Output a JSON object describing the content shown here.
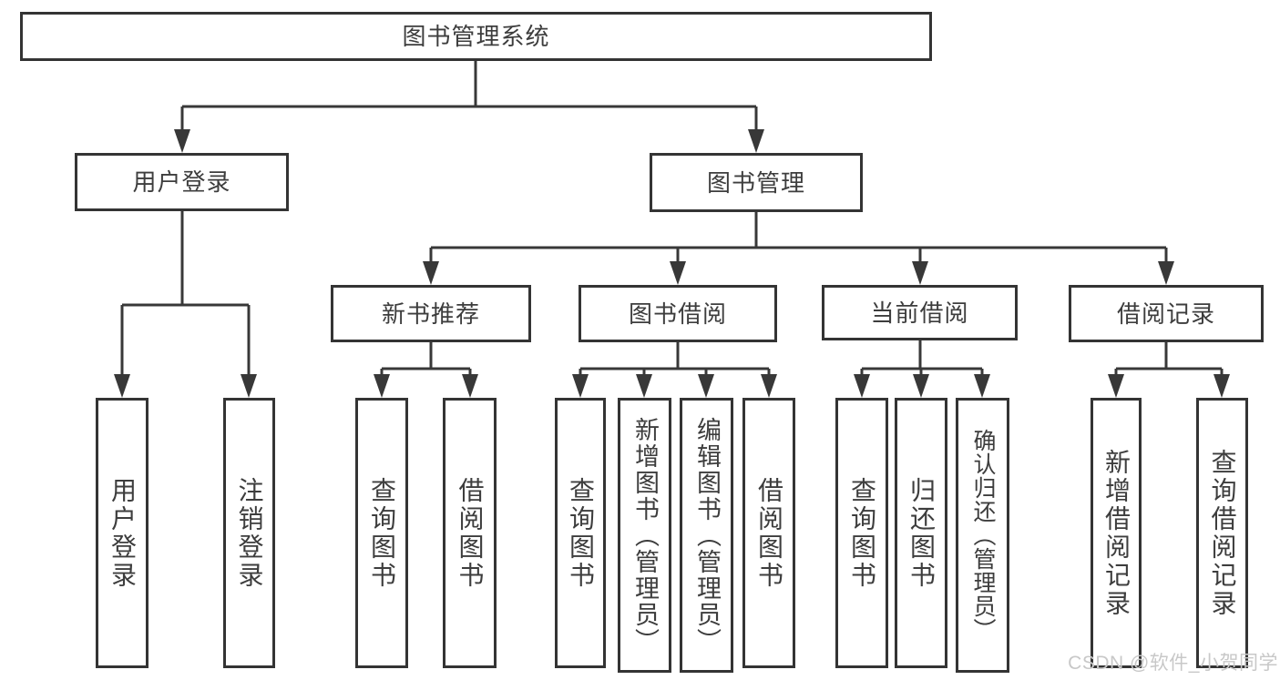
{
  "diagram": {
    "title": "图书管理系统",
    "nodes": {
      "root": "图书管理系统",
      "user_login": "用户登录",
      "book_mgmt": "图书管理",
      "new_book_rec": "新书推荐",
      "book_borrow": "图书借阅",
      "current_borrow": "当前借阅",
      "borrow_records": "借阅记录",
      "ul_login": "用户登录",
      "ul_logout": "注销登录",
      "nbr_query": "查询图书",
      "nbr_borrow": "借阅图书",
      "bb_query": "查询图书",
      "bb_add": "新增图书（管理员）",
      "bb_edit": "编辑图书（管理员）",
      "bb_borrow": "借阅图书",
      "cb_query": "查询图书",
      "cb_return": "归还图书",
      "cb_confirm": "确认归还（管理员）",
      "br_add": "新增借阅记录",
      "br_query": "查询借阅记录"
    },
    "hierarchy": {
      "图书管理系统": {
        "用户登录": [
          "用户登录",
          "注销登录"
        ],
        "图书管理": {
          "新书推荐": [
            "查询图书",
            "借阅图书"
          ],
          "图书借阅": [
            "查询图书",
            "新增图书（管理员）",
            "编辑图书（管理员）",
            "借阅图书"
          ],
          "当前借阅": [
            "查询图书",
            "归还图书",
            "确认归还（管理员）"
          ],
          "借阅记录": [
            "新增借阅记录",
            "查询借阅记录"
          ]
        }
      }
    },
    "colors": {
      "line": "#383838",
      "border": "#343434",
      "text": "#3d3d3d",
      "background": "#ffffff",
      "watermark_text": "#c8c8c8"
    }
  },
  "watermark": "CSDN @软件_小贺同学"
}
